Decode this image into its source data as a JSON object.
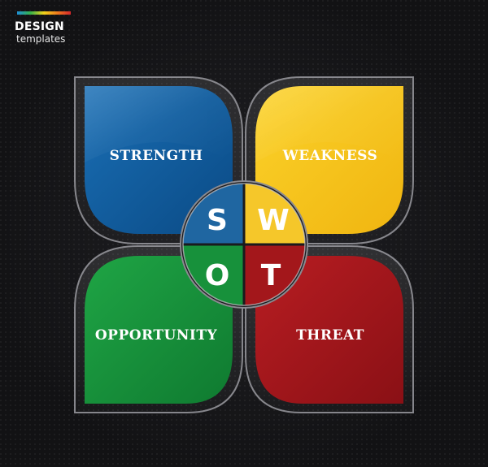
{
  "brand": {
    "title": "DESIGN",
    "subtitle": "templates"
  },
  "swot": {
    "quadrants": [
      {
        "key": "strength",
        "label": "STRENGTH",
        "letter": "S",
        "color": "#0d5a9a"
      },
      {
        "key": "weakness",
        "label": "WEAKNESS",
        "letter": "W",
        "color": "#f5c318"
      },
      {
        "key": "opportunity",
        "label": "OPPORTUNITY",
        "letter": "O",
        "color": "#17913b"
      },
      {
        "key": "threat",
        "label": "THREAT",
        "letter": "T",
        "color": "#a3171b"
      }
    ]
  }
}
